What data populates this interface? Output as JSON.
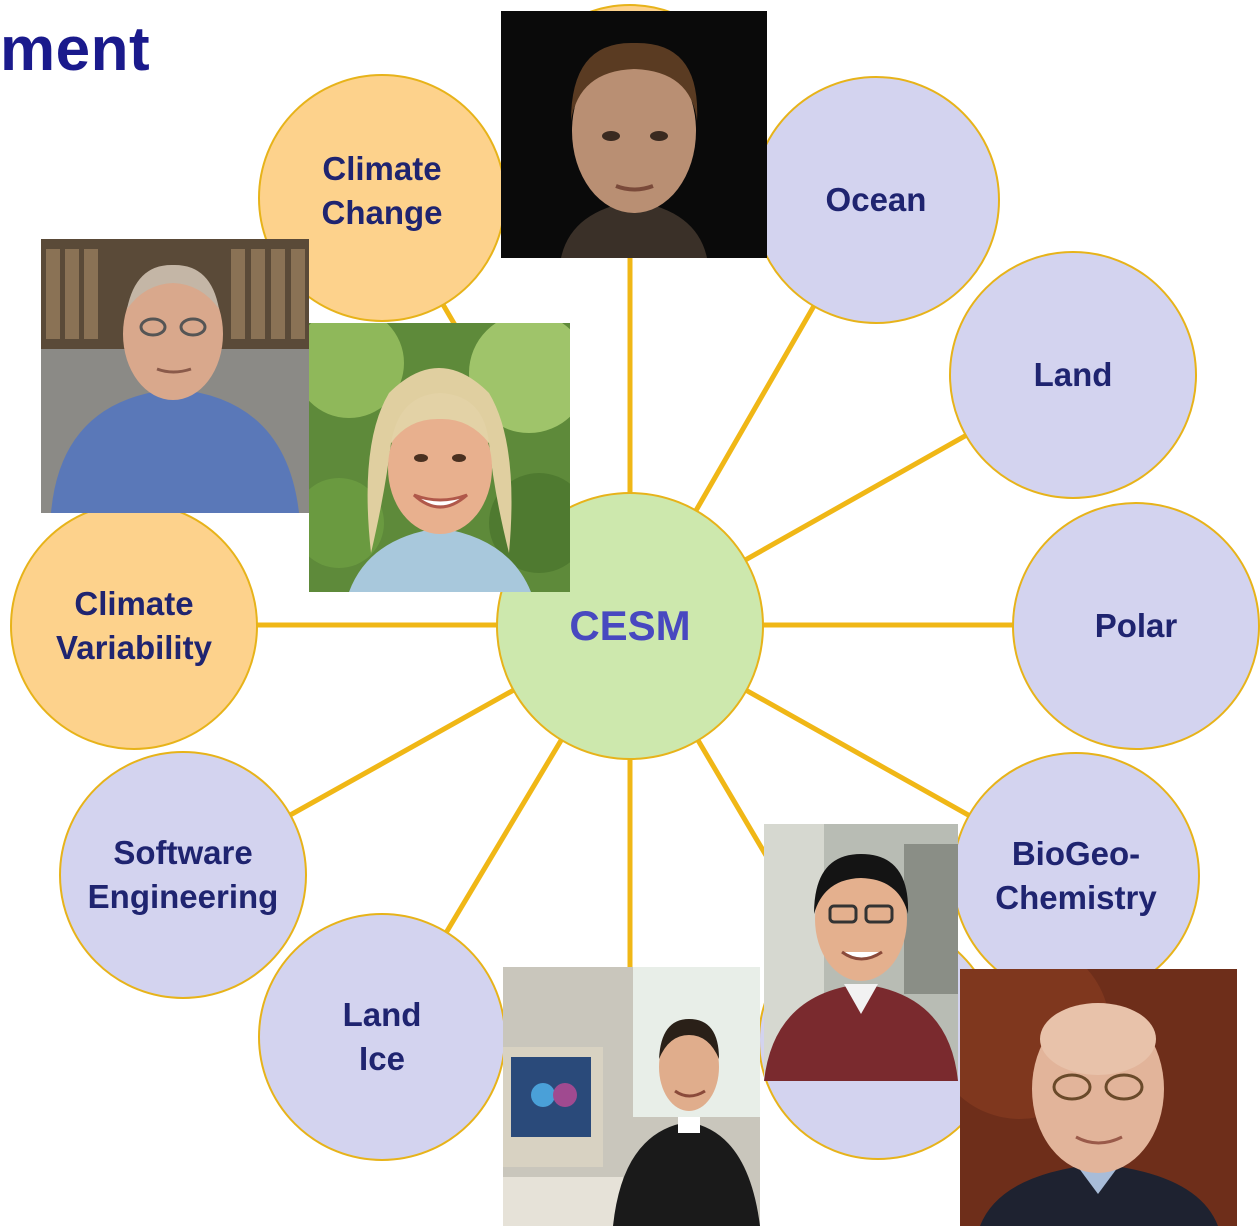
{
  "title": "ment",
  "hub": {
    "label": "CESM"
  },
  "nodes": [
    {
      "id": "climate-change",
      "label": "Climate\nChange",
      "fill": "#fdd28c"
    },
    {
      "id": "ocean",
      "label": "Ocean",
      "fill": "#d3d3ef"
    },
    {
      "id": "land",
      "label": "Land",
      "fill": "#d3d3ef"
    },
    {
      "id": "polar",
      "label": "Polar",
      "fill": "#d3d3ef"
    },
    {
      "id": "biogeochemistry",
      "label": "BioGeo-\nChemistry",
      "fill": "#d3d3ef"
    },
    {
      "id": "software-engineering",
      "label": "Software\nEngineering",
      "fill": "#d3d3ef"
    },
    {
      "id": "land-ice",
      "label": "Land\nIce",
      "fill": "#d3d3ef"
    },
    {
      "id": "climate-variability",
      "label": "Climate\nVariability",
      "fill": "#fdd28c"
    }
  ],
  "photos": [
    {
      "id": "photo-woman-dark-background",
      "desc": "portrait of person on black background"
    },
    {
      "id": "photo-man-bookshelf",
      "desc": "man in blue shirt in front of bookshelf"
    },
    {
      "id": "photo-woman-trees",
      "desc": "smiling woman with trees behind"
    },
    {
      "id": "photo-man-computer",
      "desc": "man seated at computer"
    },
    {
      "id": "photo-man-glasses-red-shirt",
      "desc": "man with glasses in red shirt"
    },
    {
      "id": "photo-man-bald-glasses",
      "desc": "bald man with glasses on brown background"
    }
  ],
  "colors": {
    "spoke": "#f0b716",
    "hub_fill": "#cde8ad",
    "title": "#1a1a8c",
    "node_text": "#1f2470"
  }
}
